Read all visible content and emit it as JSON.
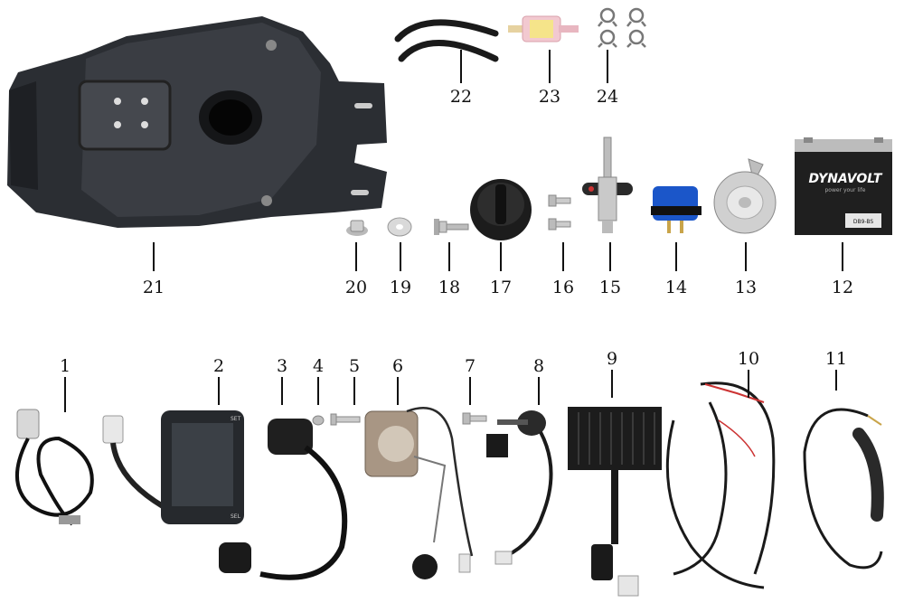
{
  "parts": [
    {
      "number": "1",
      "icon": "sensor-cable-icon"
    },
    {
      "number": "2",
      "icon": "digital-meter-icon"
    },
    {
      "number": "3",
      "icon": "ignition-coil-icon"
    },
    {
      "number": "4",
      "icon": "washer-icon"
    },
    {
      "number": "5",
      "icon": "screw-icon"
    },
    {
      "number": "6",
      "icon": "fuel-sender-icon"
    },
    {
      "number": "7",
      "icon": "bolt-icon"
    },
    {
      "number": "8",
      "icon": "ignition-switch-icon"
    },
    {
      "number": "9",
      "icon": "regulator-rectifier-icon"
    },
    {
      "number": "10",
      "icon": "wiring-harness-icon"
    },
    {
      "number": "11",
      "icon": "sub-harness-icon"
    },
    {
      "number": "12",
      "icon": "battery-icon"
    },
    {
      "number": "13",
      "icon": "horn-icon"
    },
    {
      "number": "14",
      "icon": "flasher-relay-icon"
    },
    {
      "number": "15",
      "icon": "fuel-valve-icon"
    },
    {
      "number": "16",
      "icon": "bolts-icon"
    },
    {
      "number": "17",
      "icon": "fuel-cap-icon"
    },
    {
      "number": "18",
      "icon": "flange-bolt-icon"
    },
    {
      "number": "19",
      "icon": "flat-washer-icon"
    },
    {
      "number": "20",
      "icon": "flange-nut-icon"
    },
    {
      "number": "21",
      "icon": "fuel-tank-icon"
    },
    {
      "number": "22",
      "icon": "fuel-hose-icon"
    },
    {
      "number": "23",
      "icon": "fuel-filter-icon"
    },
    {
      "number": "24",
      "icon": "hose-clamp-icon"
    }
  ],
  "battery": {
    "brand": "DYNAVOLT",
    "tagline": "power your life",
    "model": "DB9-BS"
  },
  "meter": {
    "set_label": "SET",
    "sel_label": "SEL"
  }
}
